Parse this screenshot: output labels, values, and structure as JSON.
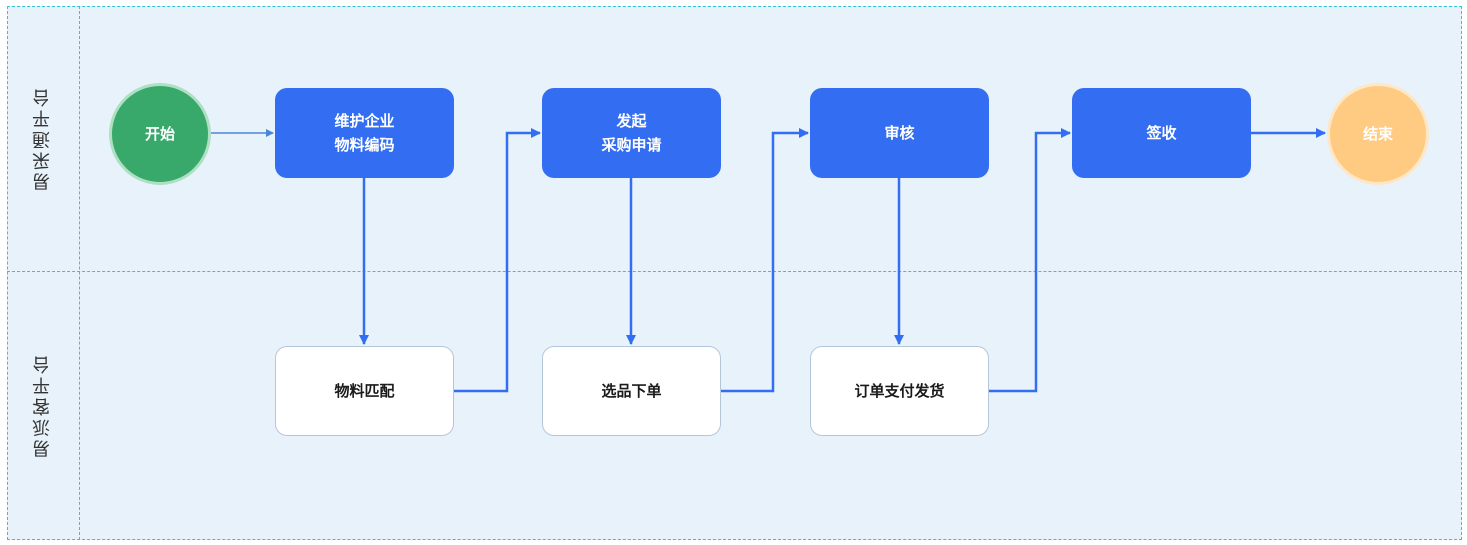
{
  "lanes": {
    "top": "易采通平台",
    "bottom": "易派客平台"
  },
  "nodes": {
    "start": "开始",
    "maintain": "维护企业\n物料编码",
    "initiate": "发起\n采购申请",
    "review": "审核",
    "receive": "签收",
    "end": "结束",
    "match": "物料匹配",
    "select": "选品下单",
    "pay": "订单支付发货"
  },
  "colors": {
    "lane_background": "#e8f2fb",
    "lane_border": "#33c4d4",
    "process_blue": "#336ef2",
    "start_green": "#38a86b",
    "end_orange": "#ffcb82",
    "arrow": "#336ef2"
  }
}
